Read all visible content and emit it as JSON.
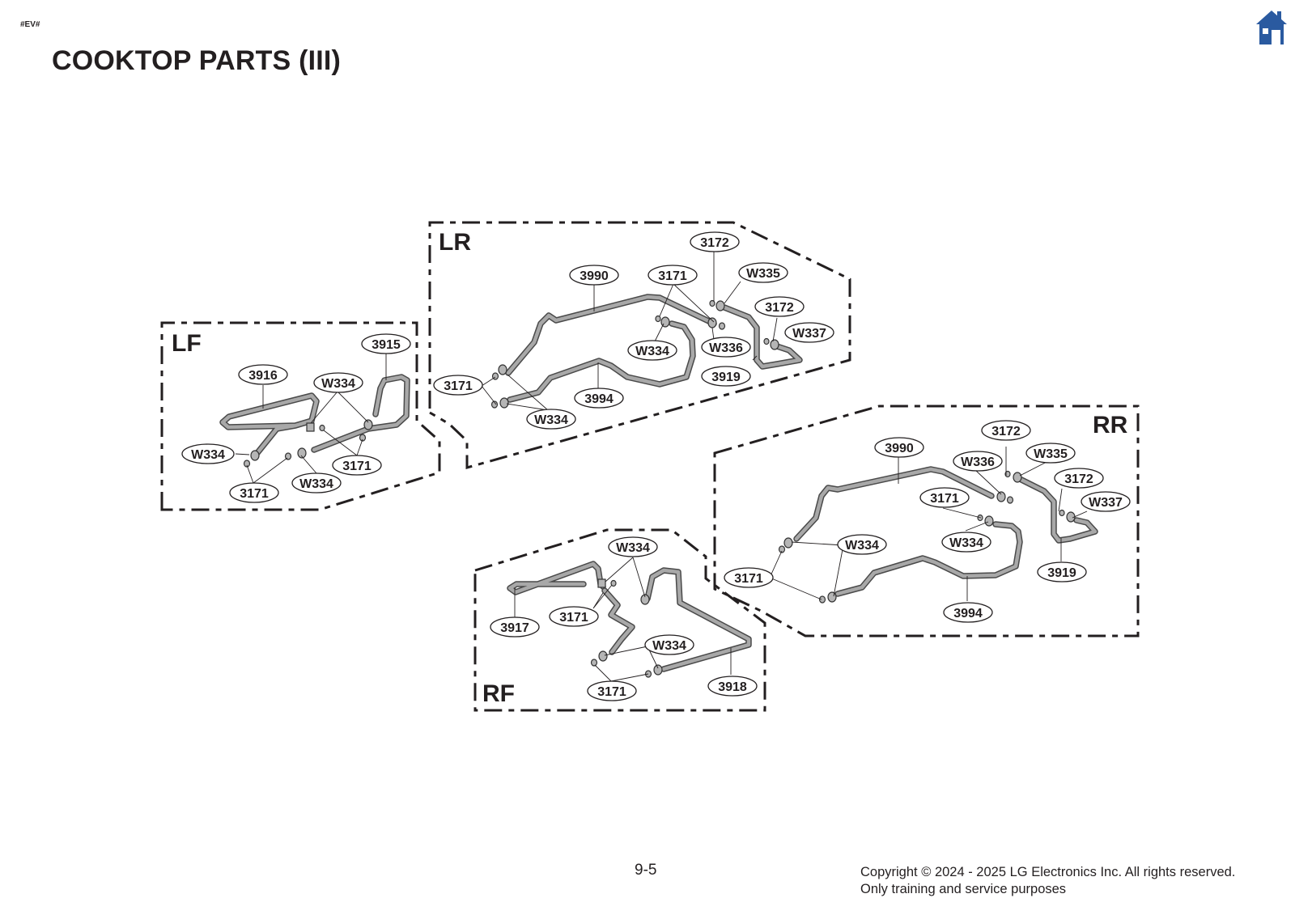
{
  "header": {
    "marker": "#EV#",
    "title": "COOKTOP PARTS (III)"
  },
  "footer": {
    "page_number": "9-5",
    "copyright_line1": "Copyright © 2024 - 2025 LG Electronics Inc. All rights reserved.",
    "copyright_line2": "Only training and service purposes"
  },
  "icons": {
    "home": "home-icon",
    "home_color": "#2a5aa0"
  },
  "zones": {
    "lf": "LF",
    "lr": "LR",
    "rr": "RR",
    "rf": "RF"
  },
  "callouts": {
    "lf": [
      "3915",
      "3916",
      "W334",
      "W334",
      "3171",
      "W334",
      "3171"
    ],
    "lr": [
      "3172",
      "W335",
      "3990",
      "3171",
      "3172",
      "W337",
      "W334",
      "W336",
      "3919",
      "3171",
      "3994",
      "W334"
    ],
    "rr": [
      "3172",
      "W335",
      "3990",
      "W336",
      "3172",
      "3171",
      "W337",
      "W334",
      "W334",
      "3171",
      "3919",
      "3994"
    ],
    "rf": [
      "W334",
      "3171",
      "3917",
      "W334",
      "3171",
      "3918"
    ]
  }
}
